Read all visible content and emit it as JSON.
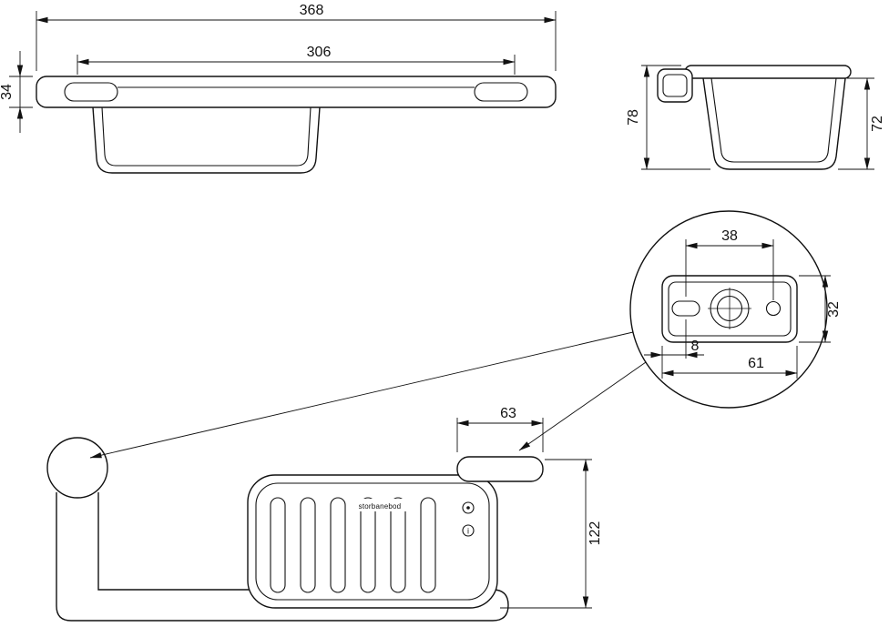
{
  "drawing_title": "shower-basket-dimension-drawing",
  "colors": {
    "line": "#111111",
    "background": "#ffffff"
  },
  "front_view": {
    "overall_width": "368",
    "inner_width": "306",
    "rail_height": "34"
  },
  "side_view": {
    "overall_height": "78",
    "cup_height": "72"
  },
  "detail_view": {
    "hole_spacing": "38",
    "plate_height": "32",
    "slot_offset": "8",
    "plate_width": "61"
  },
  "top_view": {
    "bracket_width": "63",
    "overall_depth": "122",
    "brand": "storbanebod",
    "info_icon": "i"
  }
}
